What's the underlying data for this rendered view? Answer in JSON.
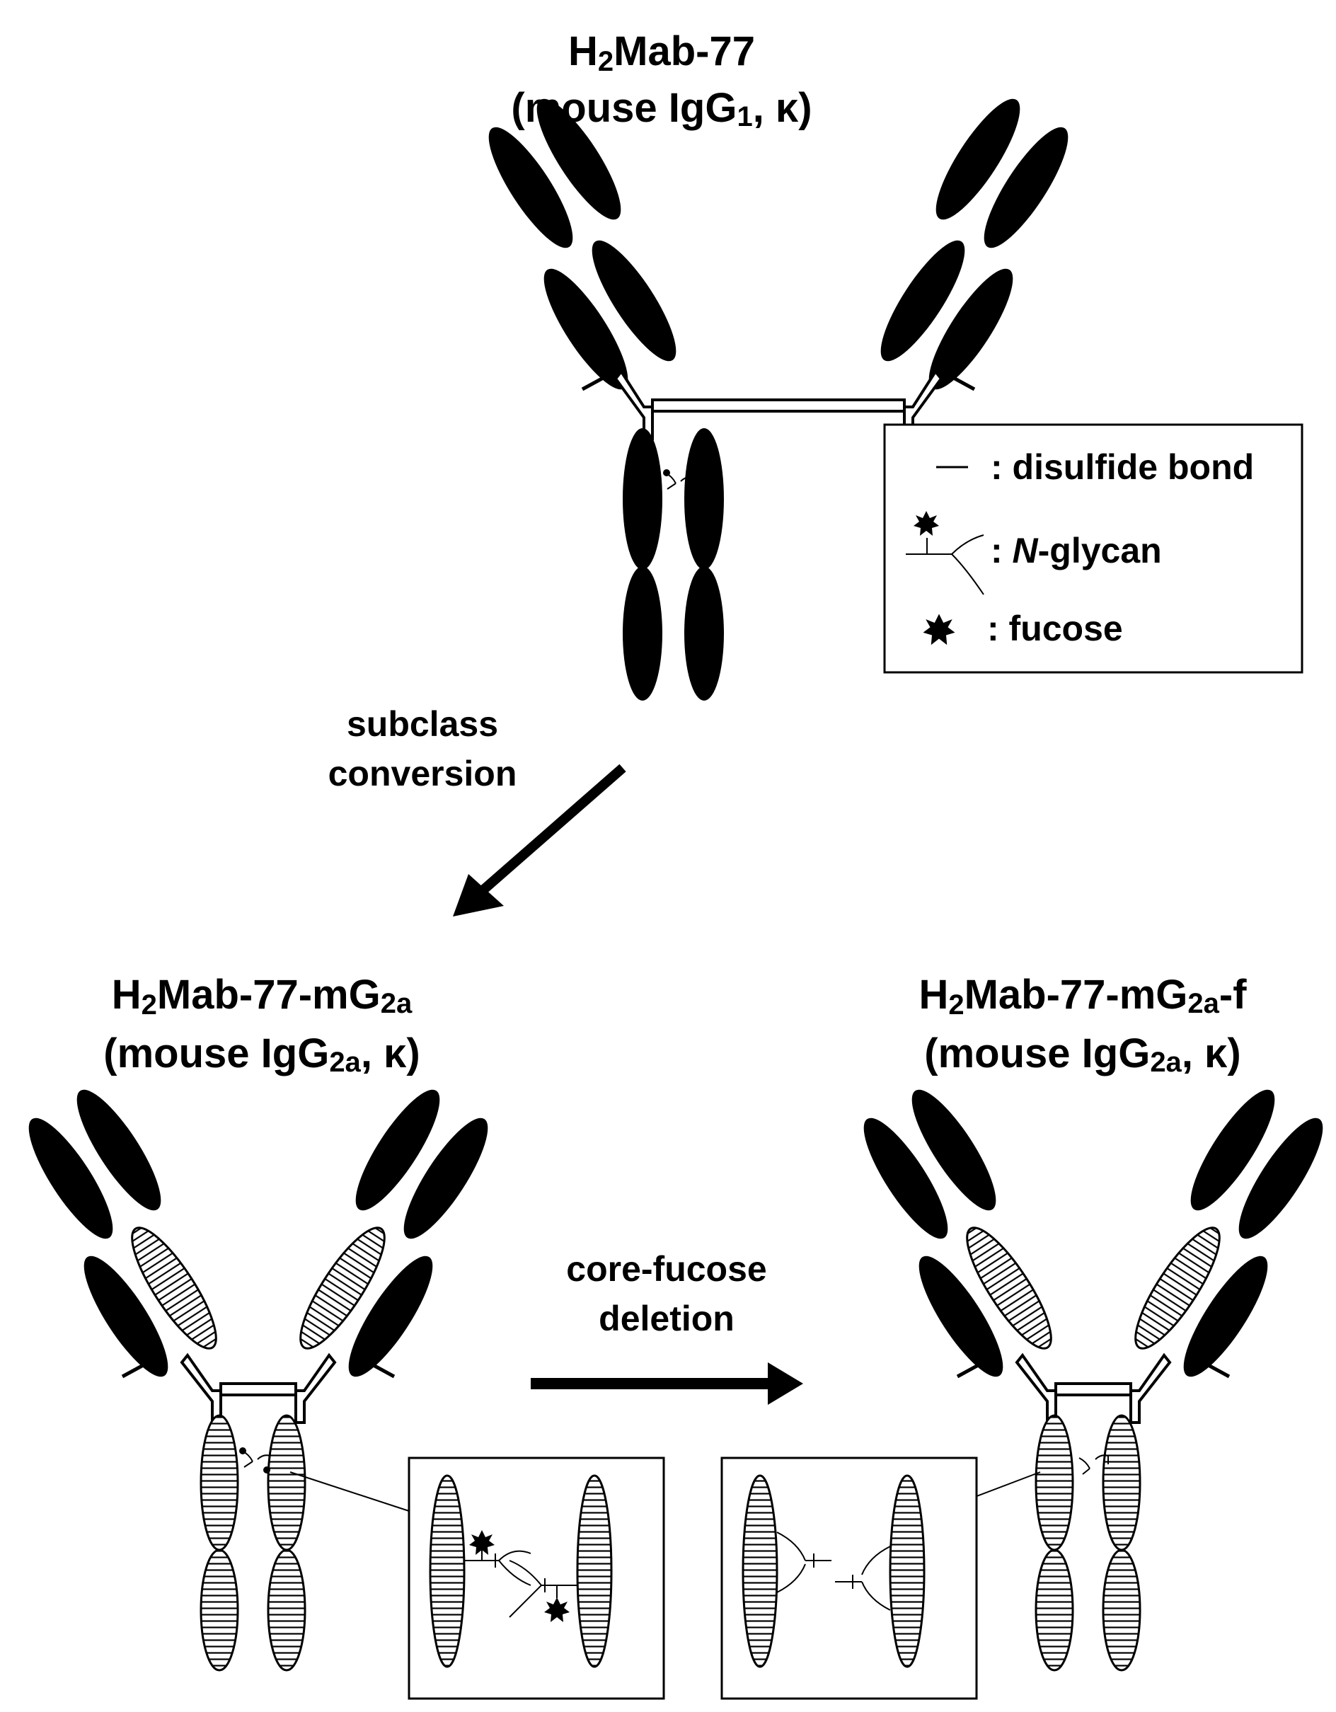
{
  "antibodies": [
    {
      "name_base": "H",
      "name_sub": "2",
      "name_rest": "Mab-77",
      "name_tail_sub": "",
      "name_tail": "",
      "type_pre": "(mouse IgG",
      "type_sub": "1",
      "type_post": ", κ)"
    },
    {
      "name_base": "H",
      "name_sub": "2",
      "name_rest": "Mab-77-mG",
      "name_tail_sub": "2a",
      "name_tail": "",
      "type_pre": "(mouse IgG",
      "type_sub": "2a",
      "type_post": ", κ)"
    },
    {
      "name_base": "H",
      "name_sub": "2",
      "name_rest": "Mab-77-mG",
      "name_tail_sub": "2a",
      "name_tail": "-f",
      "type_pre": "(mouse IgG",
      "type_sub": "2a",
      "type_post": ", κ)"
    }
  ],
  "steps": [
    {
      "line1": "subclass",
      "line2": "conversion"
    },
    {
      "line1": "core-fucose",
      "line2": "deletion"
    }
  ],
  "legend": {
    "disulfide": ": disulfide bond",
    "nglycan_italic": "N",
    "nglycan_rest": "-glycan",
    "fucose": ": fucose"
  },
  "colors": {
    "ink": "#000000",
    "background": "#ffffff"
  }
}
